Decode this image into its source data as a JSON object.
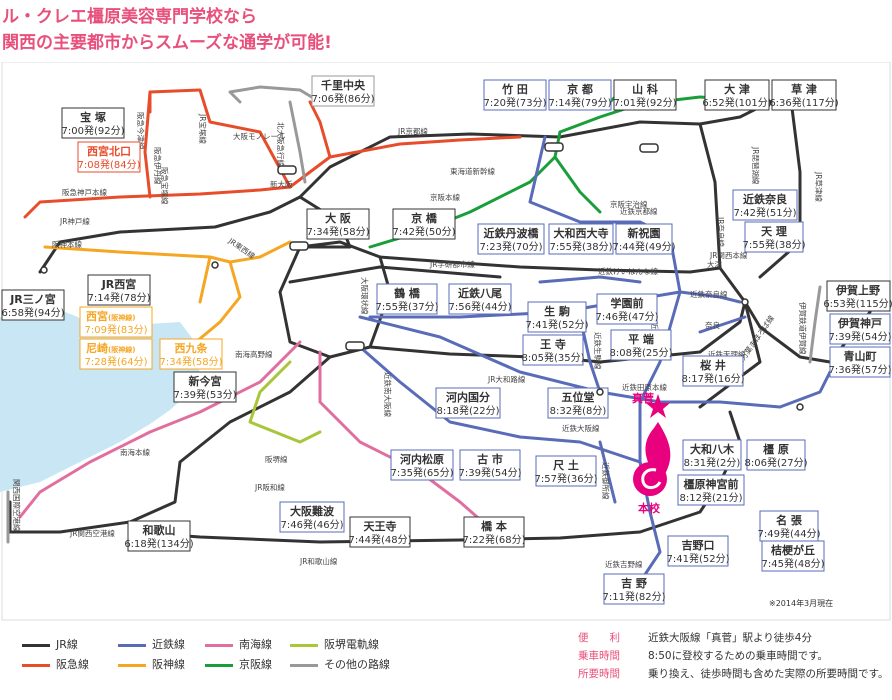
{
  "headline": {
    "line1": "ル・クレエ橿原美容専門学校なら",
    "line2": "関西の主要都市からスムーズな通学が可能!"
  },
  "colors": {
    "jr": "#333333",
    "hankyu": "#e74c2b",
    "kintetsu": "#5a6bb8",
    "hanshin": "#f5a623",
    "nankai": "#e06fa0",
    "keihan": "#1a9e3a",
    "hankai": "#a8c63a",
    "other": "#999999",
    "accent": "#e8007f",
    "water": "#c9e6f4"
  },
  "stations": [
    {
      "name": "宝 塚",
      "time": "7:00発",
      "mins": "(92分)"
    },
    {
      "name": "西宮北口",
      "time": "7:08発",
      "mins": "(84分)"
    },
    {
      "name": "千里中央",
      "time": "7:06発",
      "mins": "(86分)"
    },
    {
      "name": "竹 田",
      "time": "7:20発",
      "mins": "(73分)"
    },
    {
      "name": "京 都",
      "time": "7:14発",
      "mins": "(79分)"
    },
    {
      "name": "山 科",
      "time": "7:01発",
      "mins": "(92分)"
    },
    {
      "name": "大 津",
      "time": "6:52発",
      "mins": "(101分)"
    },
    {
      "name": "草 津",
      "time": "6:36発",
      "mins": "(117分)"
    },
    {
      "name": "大 阪",
      "time": "7:34発",
      "mins": "(58分)"
    },
    {
      "name": "京 橋",
      "time": "7:42発",
      "mins": "(50分)"
    },
    {
      "name": "近鉄丹波橋",
      "time": "7:23発",
      "mins": "(70分)"
    },
    {
      "name": "大和西大寺",
      "time": "7:55発",
      "mins": "(38分)"
    },
    {
      "name": "新祝園",
      "time": "7:44発",
      "mins": "(49分)"
    },
    {
      "name": "近鉄奈良",
      "time": "7:42発",
      "mins": "(51分)"
    },
    {
      "name": "天 理",
      "time": "7:55発",
      "mins": "(38分)"
    },
    {
      "name": "JR西宮",
      "time": "7:14発",
      "mins": "(78分)"
    },
    {
      "name": "西宮",
      "sub": "(阪神線)",
      "time": "7:09発",
      "mins": "(83分)"
    },
    {
      "name": "尼崎",
      "sub": "(阪神線)",
      "time": "7:28発",
      "mins": "(64分)"
    },
    {
      "name": "西九条",
      "time": "7:34発",
      "mins": "(58分)"
    },
    {
      "name": "JR三ノ宮",
      "time": "6:58発",
      "mins": "(94分)"
    },
    {
      "name": "鶴 橋",
      "time": "7:55発",
      "mins": "(37分)"
    },
    {
      "name": "近鉄八尾",
      "time": "7:56発",
      "mins": "(44分)"
    },
    {
      "name": "生 駒",
      "time": "7:41発",
      "mins": "(52分)"
    },
    {
      "name": "学園前",
      "time": "7:46発",
      "mins": "(47分)"
    },
    {
      "name": "伊賀上野",
      "time": "6:53発",
      "mins": "(115分)"
    },
    {
      "name": "伊賀神戸",
      "time": "7:39発",
      "mins": "(54分)"
    },
    {
      "name": "青山町",
      "time": "7:36発",
      "mins": "(57分)"
    },
    {
      "name": "王 寺",
      "time": "8:05発",
      "mins": "(35分)"
    },
    {
      "name": "平 端",
      "time": "8:08発",
      "mins": "(25分)"
    },
    {
      "name": "新今宮",
      "time": "7:39発",
      "mins": "(53分)"
    },
    {
      "name": "河内国分",
      "time": "8:18発",
      "mins": "(22分)"
    },
    {
      "name": "五位堂",
      "time": "8:32発",
      "mins": "(8分)"
    },
    {
      "name": "桜 井",
      "time": "8:17発",
      "mins": "(16分)"
    },
    {
      "name": "大和八木",
      "time": "8:31発",
      "mins": "(2分)"
    },
    {
      "name": "橿 原",
      "time": "8:06発",
      "mins": "(27分)"
    },
    {
      "name": "河内松原",
      "time": "7:35発",
      "mins": "(65分)"
    },
    {
      "name": "古 市",
      "time": "7:39発",
      "mins": "(54分)"
    },
    {
      "name": "尺 土",
      "time": "7:57発",
      "mins": "(36分)"
    },
    {
      "name": "橿原神宮前",
      "time": "8:12発",
      "mins": "(21分)"
    },
    {
      "name": "名 張",
      "time": "7:49発",
      "mins": "(44分)"
    },
    {
      "name": "桔梗が丘",
      "time": "7:45発",
      "mins": "(48分)"
    },
    {
      "name": "和歌山",
      "time": "6:18発",
      "mins": "(134分)"
    },
    {
      "name": "大阪難波",
      "time": "7:46発",
      "mins": "(46分)"
    },
    {
      "name": "天王寺",
      "time": "7:44発",
      "mins": "(48分)"
    },
    {
      "name": "橋 本",
      "time": "7:22発",
      "mins": "(68分)"
    },
    {
      "name": "吉野口",
      "time": "7:41発",
      "mins": "(52分)"
    },
    {
      "name": "吉 野",
      "time": "7:11発",
      "mins": "(82分)"
    }
  ],
  "line_labels": [
    "阪急宝塚線",
    "阪急今津線",
    "阪急伊丹線",
    "阪急神戸本線",
    "JR宝塚線",
    "JR京都線",
    "大阪モノレール",
    "北大阪急行線",
    "東海道新幹線",
    "京阪本線",
    "京阪宇治線",
    "近鉄京都線",
    "JR奈良線",
    "JR琵琶湖線",
    "JR草津線",
    "新大阪",
    "JR神戸線",
    "阪神本線",
    "JR東西線",
    "JR学研都市線",
    "大阪環状線",
    "近鉄けいはんな線",
    "近鉄奈良線",
    "近鉄天理線",
    "伊賀鉄道伊賀線",
    "JR関西本線",
    "近鉄生駒線",
    "近鉄橿原線",
    "JR万葉まほろば線",
    "近鉄田原本線",
    "JR大和路線",
    "近鉄南大阪線",
    "近鉄大阪線",
    "近鉄御所線",
    "南海高野線",
    "南海本線",
    "阪堺線",
    "JR阪和線",
    "関西国際空港線",
    "JR関西空港線",
    "JR和歌山線",
    "近鉄吉野線",
    "大津",
    "奈良"
  ],
  "school": {
    "station": "真菅",
    "label": "本校"
  },
  "note": "※2014年3月現在",
  "legend": [
    {
      "label": "JR線",
      "color": "#333333"
    },
    {
      "label": "阪急線",
      "color": "#e74c2b"
    },
    {
      "label": "近鉄線",
      "color": "#5a6bb8"
    },
    {
      "label": "阪神線",
      "color": "#f5a623"
    },
    {
      "label": "南海線",
      "color": "#e06fa0"
    },
    {
      "label": "京阪線",
      "color": "#1a9e3a"
    },
    {
      "label": "阪堺電軌線",
      "color": "#a8c63a"
    },
    {
      "label": "その他の路線",
      "color": "#999999"
    }
  ],
  "info": [
    {
      "key": "便　　利",
      "value": "近鉄大阪線「真菅」駅より徒歩4分"
    },
    {
      "key": "乗車時間",
      "value": "8:50に登校するための乗車時間です。"
    },
    {
      "key": "所要時間",
      "value": "乗り換え、徒歩時間も含めた実際の所要時間です。"
    }
  ]
}
